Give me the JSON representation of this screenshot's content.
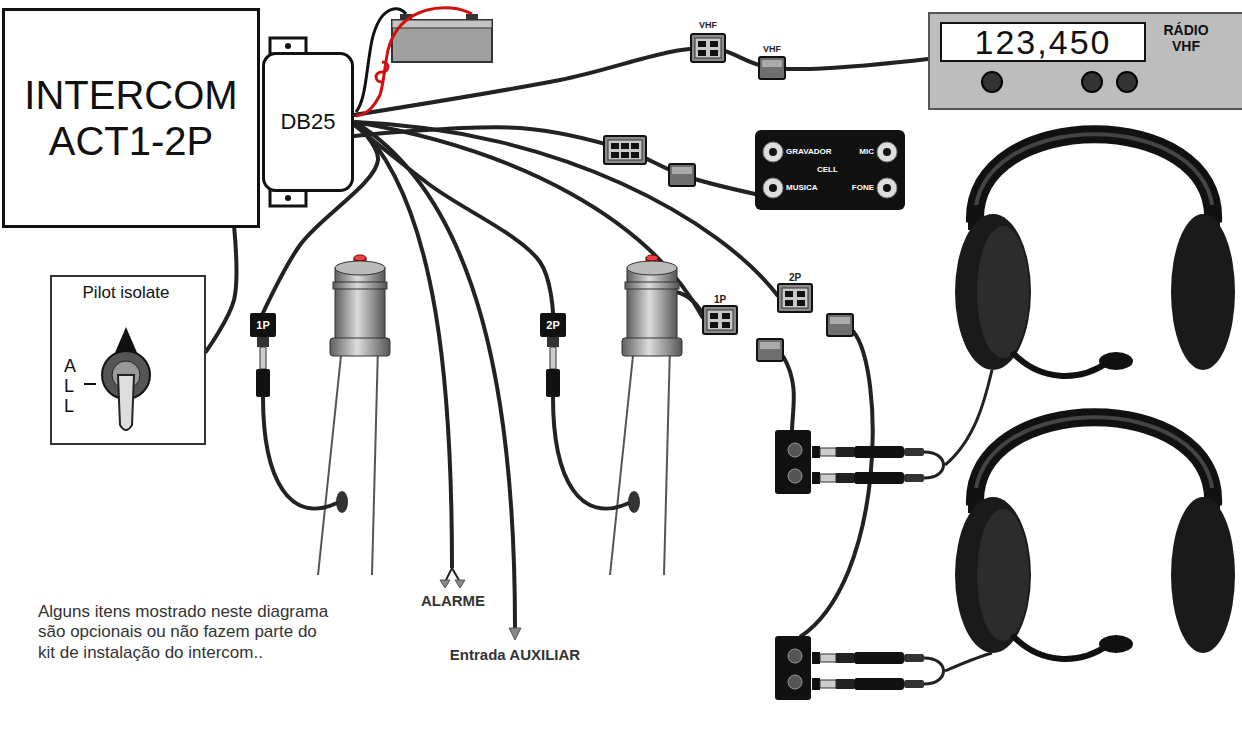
{
  "diagram": {
    "nodes": [
      {
        "text": [
          "INTERCOM ACT1-2P"
        ]
      },
      {
        "text": [
          "DB25"
        ]
      },
      {
        "text": [
          "RÁDIO VHF"
        ]
      },
      {
        "text": [
          "123,450"
        ],
        "in": 2
      },
      {
        "text": [
          "Pilot isolate",
          "A L L"
        ]
      },
      {
        "text": [
          "GRAVADOR",
          "MUSICA",
          "CELL",
          "MIC",
          "FONE"
        ]
      },
      {
        "text": [
          "1P"
        ]
      },
      {
        "text": [
          "2P"
        ]
      }
    ],
    "edges": [
      {
        "from": 1,
        "to": 2,
        "arrow": "none"
      },
      {
        "from": 1,
        "to": 5,
        "arrow": "none"
      },
      {
        "from": 0,
        "to": 4,
        "arrow": "none"
      },
      {
        "from": 1,
        "to": 6,
        "arrow": "none"
      },
      {
        "from": 1,
        "to": 7,
        "arrow": "none"
      }
    ],
    "labels": [
      "VHF",
      "VHF",
      "1P",
      "2P",
      "ALARME",
      "Entrada AUXILIAR",
      "Alguns itens mostrado neste diagrama são opcionais ou não fazem parte do kit de instalação do intercom.."
    ]
  }
}
